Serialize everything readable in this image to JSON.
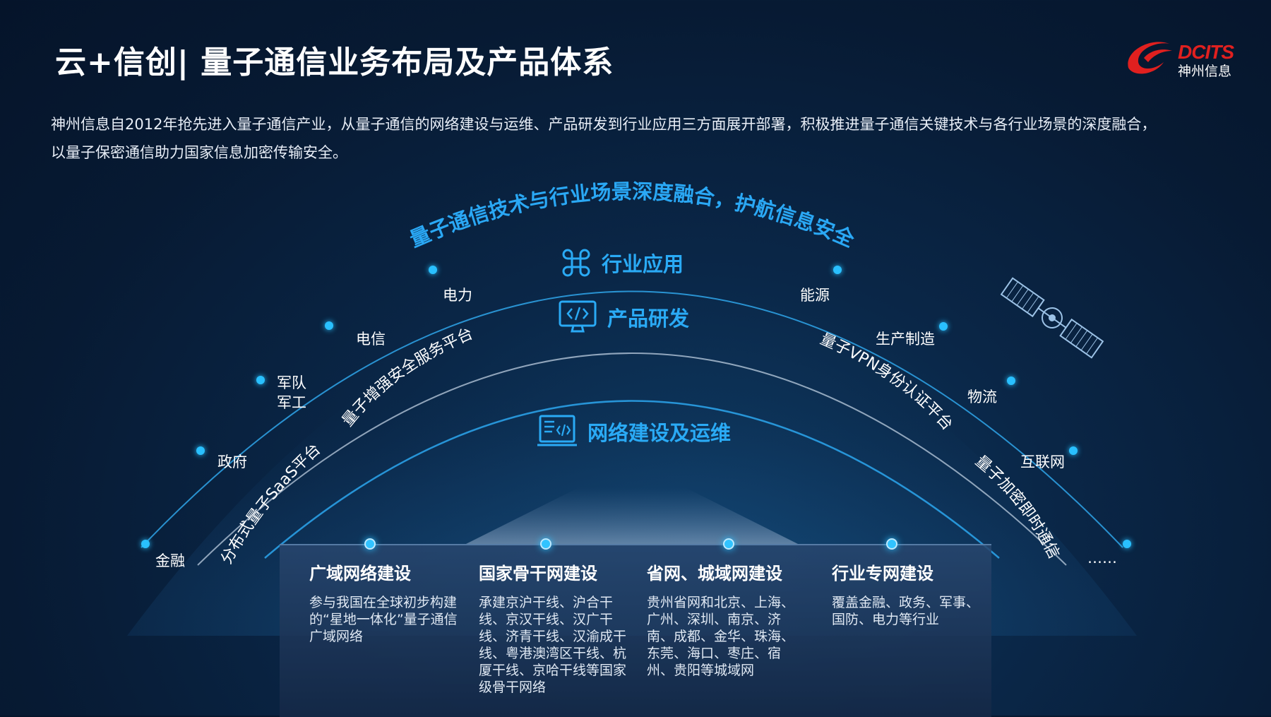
{
  "header": {
    "title": "云+信创| 量子通信业务布局及产品体系",
    "logo_text": "DCITS",
    "logo_cn": "神州信息"
  },
  "intro": {
    "line1": "神州信息自2012年抢先进入量子通信产业，从量子通信的网络建设与运维、产品研发到行业应用三方面展开部署，积极推进量子通信关键技术与各行业场景的深度融合，",
    "line2": "以量子保密通信助力国家信息加密传输安全。"
  },
  "diagram": {
    "headline": "量子通信技术与行业场景深度融合，护航信息安全",
    "layers": {
      "application": "行业应用",
      "research": "产品研发",
      "network": "网络建设及运维"
    },
    "industries_left": [
      "电力",
      "电信",
      "军队",
      "军工",
      "政府",
      "金融"
    ],
    "industries_right": [
      "能源",
      "生产制造",
      "物流",
      "互联网",
      "……"
    ],
    "products": {
      "left_inner": "量子增强安全服务平台",
      "left_outer": "分布式量子SaaS平台",
      "right_inner": "量子VPN身份认证平台",
      "right_outer": "量子加密即时通信"
    }
  },
  "network_columns": [
    {
      "title": "广域网络建设",
      "body": "参与我国在全球初步构建的“星地一体化”量子通信广域网络"
    },
    {
      "title": "国家骨干网建设",
      "body": "承建京沪干线、沪合干线、京汉干线、汉广干线、济青干线、汉渝成干线、粤港澳湾区干线、杭厦干线、京哈干线等国家级骨干网络"
    },
    {
      "title": "省网、城域网建设",
      "body": "贵州省网和北京、上海、广州、深圳、南京、济南、成都、金华、珠海、东莞、海口、枣庄、宿州、贵阳等城域网"
    },
    {
      "title": "行业专网建设",
      "body": "覆盖金融、政务、军事、国防、电力等行业"
    }
  ],
  "colors": {
    "accent": "#2aaaf5",
    "logo_red": "#e0201f",
    "background": "#0a2748"
  },
  "icons": [
    "command-icon",
    "monitor-code-icon",
    "server-code-icon",
    "satellite-icon",
    "dcits-logo-icon"
  ]
}
